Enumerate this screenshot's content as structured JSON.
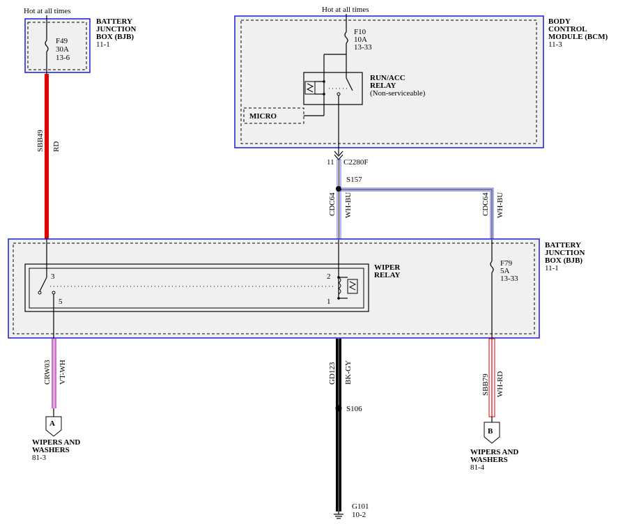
{
  "bjb_top": {
    "hot_label": "Hot at all times",
    "fuse_id": "F49",
    "fuse_rating": "30A",
    "fuse_ref": "13-6",
    "module_name": [
      "BATTERY",
      "JUNCTION",
      "BOX (BJB)"
    ],
    "module_ref": "11-1"
  },
  "bcm": {
    "hot_label": "Hot at all times",
    "fuse_id": "F10",
    "fuse_rating": "10A",
    "fuse_ref": "13-33",
    "relay_label": [
      "RUN/ACC",
      "RELAY",
      "(Non-serviceable)"
    ],
    "micro_label": "MICRO",
    "module_name": [
      "BODY",
      "CONTROL",
      "MODULE (BCM)"
    ],
    "module_ref": "11-3"
  },
  "connector": {
    "pin": "11",
    "name": "C2280F"
  },
  "splice_s157": "S157",
  "splice_s106": "S106",
  "wires": {
    "sbb49": {
      "circuit": "SBB49",
      "color": "RD"
    },
    "cdc64_left": {
      "circuit": "CDC64",
      "color": "WH-BU"
    },
    "cdc64_right": {
      "circuit": "CDC64",
      "color": "WH-BU"
    },
    "crw03": {
      "circuit": "CRW03",
      "color": "VT-WH"
    },
    "gd123": {
      "circuit": "GD123",
      "color": "BK-GY"
    },
    "sbb79": {
      "circuit": "SBB79",
      "color": "WH-RD"
    }
  },
  "bjb_main": {
    "module_name": [
      "BATTERY",
      "JUNCTION",
      "BOX (BJB)"
    ],
    "module_ref": "11-1",
    "fuse_id": "F79",
    "fuse_rating": "5A",
    "fuse_ref": "13-33",
    "relay_label": [
      "WIPER",
      "RELAY"
    ],
    "pins": {
      "p3": "3",
      "p5": "5",
      "p2": "2",
      "p1": "1"
    }
  },
  "ground": {
    "name": "G101",
    "ref": "10-2"
  },
  "connector_a": {
    "letter": "A",
    "dest": [
      "WIPERS AND",
      "WASHERS"
    ],
    "ref": "81-3"
  },
  "connector_b": {
    "letter": "B",
    "dest": [
      "WIPERS AND",
      "WASHERS"
    ],
    "ref": "81-4"
  },
  "colors": {
    "frame_blue": "#1a1ad6",
    "red_wire": "#e00000",
    "violet_wire": "#d070d0",
    "blue_wire": "#5a5aff",
    "module_fill": "#f0f0f0"
  }
}
